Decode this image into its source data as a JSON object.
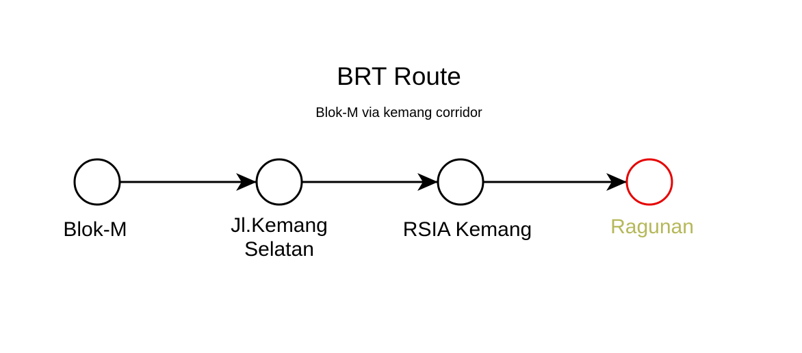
{
  "title": "BRT Route",
  "subtitle": "Blok-M via kemang corridor",
  "stops": [
    {
      "label": "Blok-M",
      "label_color": "#000000",
      "stroke": "#000000"
    },
    {
      "label": "Jl.Kemang\nSelatan",
      "label_color": "#000000",
      "stroke": "#000000"
    },
    {
      "label": "RSIA Kemang",
      "label_color": "#000000",
      "stroke": "#000000"
    },
    {
      "label": "Ragunan",
      "label_color": "#b5b85a",
      "stroke": "#e60000"
    }
  ],
  "colors": {
    "line": "#000000",
    "destination_stroke": "#e60000",
    "destination_label": "#b5b85a"
  }
}
